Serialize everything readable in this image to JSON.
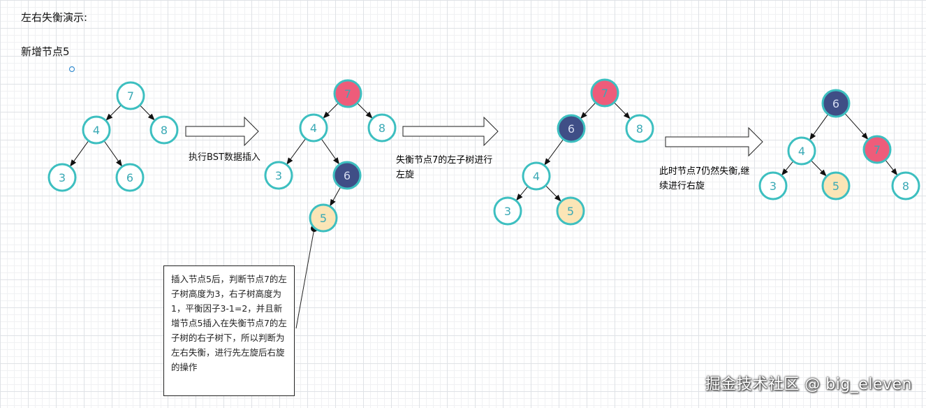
{
  "title": "左右失衡演示:",
  "subtitle": "新增节点5",
  "captions": {
    "step1": "执行BST数据插入",
    "step2": "失衡节点7的左子树进行左旋",
    "step3": "此时节点7仍然失衡,继续进行右旋"
  },
  "note": "插入节点5后，判断节点7的左子树高度为3，右子树高度为1，平衡因子3-1=2，并且新增节点5插入在失衡节点7的左子树的右子树下，所以判断为左右失衡，进行先左旋后右旋的操作",
  "watermark": "掘金技术社区 @ big_eleven",
  "colors": {
    "normal_fill": "#ffffff",
    "normal_stroke": "#3dbfc0",
    "normal_text": "#3aa9b5",
    "unbalanced_fill": "#ee5c7a",
    "pivot_fill": "#3f4e86",
    "new_fill": "#fbe5b6",
    "edge": "#111111"
  },
  "trees": [
    {
      "name": "tree-initial",
      "nodes": [
        {
          "id": "a7",
          "label": "7",
          "type": "normal"
        },
        {
          "id": "a4",
          "label": "4",
          "type": "normal"
        },
        {
          "id": "a8",
          "label": "8",
          "type": "normal"
        },
        {
          "id": "a3",
          "label": "3",
          "type": "normal"
        },
        {
          "id": "a6",
          "label": "6",
          "type": "normal"
        }
      ],
      "edges": [
        [
          "a7",
          "a4"
        ],
        [
          "a7",
          "a8"
        ],
        [
          "a4",
          "a3"
        ],
        [
          "a4",
          "a6"
        ]
      ]
    },
    {
      "name": "tree-after-insert",
      "nodes": [
        {
          "id": "b7",
          "label": "7",
          "type": "unbalanced"
        },
        {
          "id": "b4",
          "label": "4",
          "type": "normal"
        },
        {
          "id": "b8",
          "label": "8",
          "type": "normal"
        },
        {
          "id": "b3",
          "label": "3",
          "type": "normal"
        },
        {
          "id": "b6",
          "label": "6",
          "type": "pivot"
        },
        {
          "id": "b5",
          "label": "5",
          "type": "new"
        }
      ],
      "edges": [
        [
          "b7",
          "b4"
        ],
        [
          "b7",
          "b8"
        ],
        [
          "b4",
          "b3"
        ],
        [
          "b4",
          "b6"
        ],
        [
          "b6",
          "b5"
        ]
      ]
    },
    {
      "name": "tree-after-left-rotation",
      "nodes": [
        {
          "id": "c7",
          "label": "7",
          "type": "unbalanced"
        },
        {
          "id": "c6",
          "label": "6",
          "type": "pivot"
        },
        {
          "id": "c8",
          "label": "8",
          "type": "normal"
        },
        {
          "id": "c4",
          "label": "4",
          "type": "normal"
        },
        {
          "id": "c3",
          "label": "3",
          "type": "normal"
        },
        {
          "id": "c5",
          "label": "5",
          "type": "new"
        }
      ],
      "edges": [
        [
          "c7",
          "c6"
        ],
        [
          "c7",
          "c8"
        ],
        [
          "c6",
          "c4"
        ],
        [
          "c4",
          "c3"
        ],
        [
          "c4",
          "c5"
        ]
      ]
    },
    {
      "name": "tree-after-right-rotation",
      "nodes": [
        {
          "id": "d6",
          "label": "6",
          "type": "pivot"
        },
        {
          "id": "d4",
          "label": "4",
          "type": "normal"
        },
        {
          "id": "d7",
          "label": "7",
          "type": "unbalanced"
        },
        {
          "id": "d3",
          "label": "3",
          "type": "normal"
        },
        {
          "id": "d5",
          "label": "5",
          "type": "new"
        },
        {
          "id": "d8",
          "label": "8",
          "type": "normal"
        }
      ],
      "edges": [
        [
          "d6",
          "d4"
        ],
        [
          "d6",
          "d7"
        ],
        [
          "d4",
          "d3"
        ],
        [
          "d4",
          "d5"
        ],
        [
          "d7",
          "d8"
        ]
      ]
    }
  ]
}
